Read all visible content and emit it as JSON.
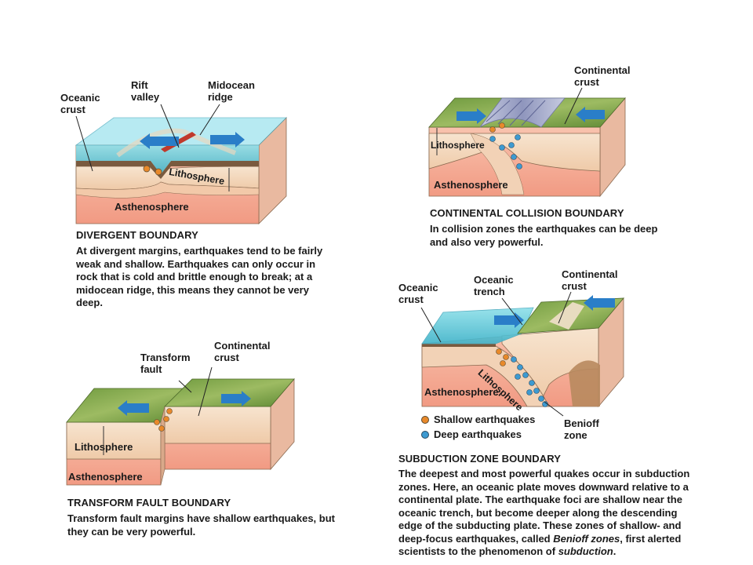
{
  "colors": {
    "shallow": "#e8892b",
    "deep": "#3d9ad1",
    "water": "#5fc4d6",
    "lithosphere": "#f4dcc4",
    "asthenosphere": "#f6b49e",
    "grass": "#7aa64a"
  },
  "divergent": {
    "labels": {
      "oceanic_crust": "Oceanic\ncrust",
      "rift_valley": "Rift\nvalley",
      "midocean_ridge": "Midocean\nridge",
      "lithosphere": "Lithosphere",
      "asthenosphere": "Asthenosphere"
    },
    "heading": "DIVERGENT BOUNDARY",
    "text": "At divergent margins, earthquakes tend to be fairly weak and shallow. Earthquakes can only occur in rock that is cold and brittle enough to break; at a midocean ridge, this means they cannot be very deep."
  },
  "collision": {
    "labels": {
      "continental_crust": "Continental\ncrust",
      "lithosphere": "Lithosphere",
      "asthenosphere": "Asthenosphere"
    },
    "heading": "CONTINENTAL COLLISION BOUNDARY",
    "text": "In collision zones the earthquakes can be deep and also very powerful."
  },
  "transform": {
    "labels": {
      "transform_fault": "Transform\nfault",
      "continental_crust": "Continental\ncrust",
      "lithosphere": "Lithosphere",
      "asthenosphere": "Asthenosphere"
    },
    "heading": "TRANSFORM FAULT BOUNDARY",
    "text": "Transform fault margins have shallow earthquakes, but they can be very powerful."
  },
  "subduction": {
    "labels": {
      "oceanic_crust": "Oceanic\ncrust",
      "oceanic_trench": "Oceanic\ntrench",
      "continental_crust": "Continental\ncrust",
      "lithosphere": "Lithosphere",
      "asthenosphere": "Asthenosphere",
      "benioff_zone": "Benioff\nzone"
    },
    "legend": {
      "shallow": "Shallow earthquakes",
      "deep": "Deep earthquakes"
    },
    "heading": "SUBDUCTION ZONE BOUNDARY",
    "text_parts": {
      "p1": "The deepest and most powerful quakes occur in subduction zones. Here, an oceanic plate moves downward relative to a continental plate. The earthquake foci are shallow near the oceanic trench, but become deeper along the descending edge of the subducting plate. These zones of shallow- and deep-focus earthquakes, called ",
      "benioff": "Benioff zones",
      "p2": ", first alerted scientists to the phenomenon of ",
      "subduction": "subduction",
      "p3": "."
    }
  }
}
